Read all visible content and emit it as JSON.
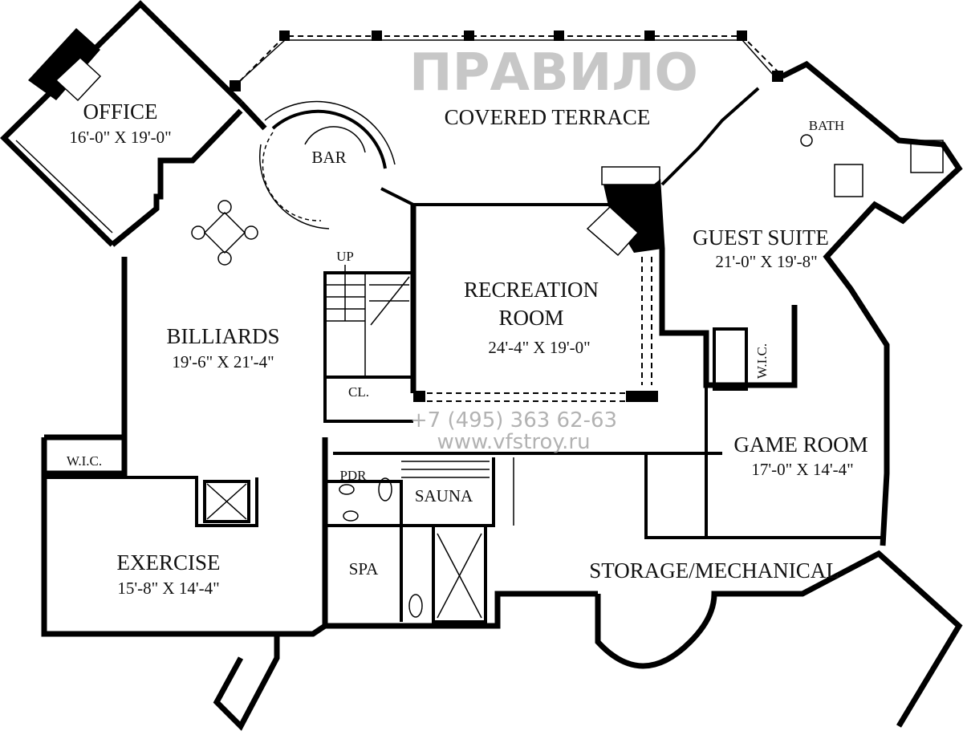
{
  "rooms": {
    "office": {
      "name": "OFFICE",
      "size": "16'-0\" X 19'-0\""
    },
    "covered_terrace": {
      "name": "COVERED TERRACE"
    },
    "bar": {
      "name": "BAR"
    },
    "bath": {
      "name": "BATH"
    },
    "guest_suite": {
      "name": "GUEST SUITE",
      "size": "21'-0\" X 19'-8\""
    },
    "recreation_room": {
      "name_line1": "RECREATION",
      "name_line2": "ROOM",
      "size": "24'-4\" X 19'-0\""
    },
    "billiards": {
      "name": "BILLIARDS",
      "size": "19'-6\" X 21'-4\""
    },
    "closet": {
      "name": "CL."
    },
    "stairs": {
      "label": "UP"
    },
    "guest_wic": {
      "name": "W.I.C."
    },
    "game_room": {
      "name": "GAME ROOM",
      "size": "17'-0\" X 14'-4\""
    },
    "wic": {
      "name": "W.I.C."
    },
    "pdr": {
      "name": "PDR"
    },
    "sauna": {
      "name": "SAUNA"
    },
    "spa": {
      "name": "SPA"
    },
    "exercise": {
      "name": "EXERCISE",
      "size": "15'-8\" X 14'-4\""
    },
    "storage": {
      "name": "STORAGE/MECHANICAL"
    }
  },
  "watermark": {
    "brand": "ПРАВИЛО",
    "phone": "+7 (495) 363 62-63",
    "url": "www.vfstroy.ru"
  }
}
